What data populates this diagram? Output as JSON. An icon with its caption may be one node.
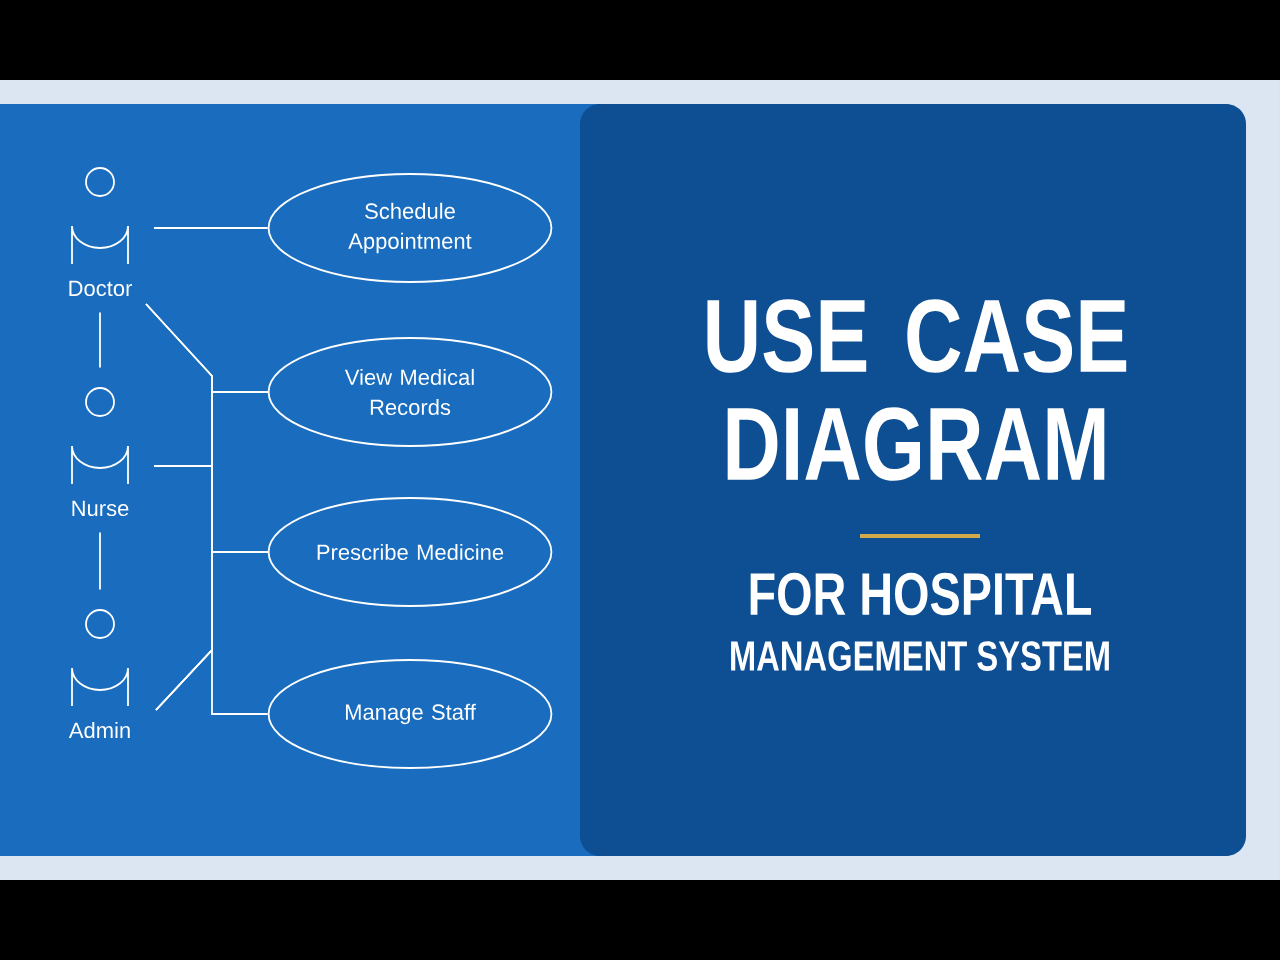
{
  "diagram": {
    "title": "USE CASE DIAGRAM",
    "nodes": [
      {
        "text": [
          "Doctor"
        ]
      },
      {
        "text": [
          "Schedule Appointment"
        ]
      },
      {
        "text": [
          "View Medical Records"
        ]
      },
      {
        "text": [
          "Nurse"
        ]
      },
      {
        "text": [
          "Prescribe Medicine"
        ]
      },
      {
        "text": [
          "Admin"
        ]
      },
      {
        "text": [
          "Manage Staff"
        ]
      }
    ],
    "edges": [
      {
        "from": 0,
        "to": 1,
        "arrow": "none"
      },
      {
        "from": 0,
        "to": 2,
        "arrow": "none"
      },
      {
        "from": 0,
        "to": 4,
        "arrow": "none"
      },
      {
        "from": 3,
        "to": 2,
        "arrow": "none"
      },
      {
        "from": 3,
        "to": 4,
        "arrow": "none"
      },
      {
        "from": 5,
        "to": 2,
        "arrow": "none"
      },
      {
        "from": 5,
        "to": 4,
        "arrow": "none"
      },
      {
        "from": 5,
        "to": 6,
        "arrow": "none"
      },
      {
        "from": 0,
        "to": 3,
        "arrow": "none"
      },
      {
        "from": 3,
        "to": 5,
        "arrow": "none"
      }
    ],
    "labels": [
      "FOR HOSPITAL",
      "MANAGEMENT SYSTEM"
    ]
  }
}
